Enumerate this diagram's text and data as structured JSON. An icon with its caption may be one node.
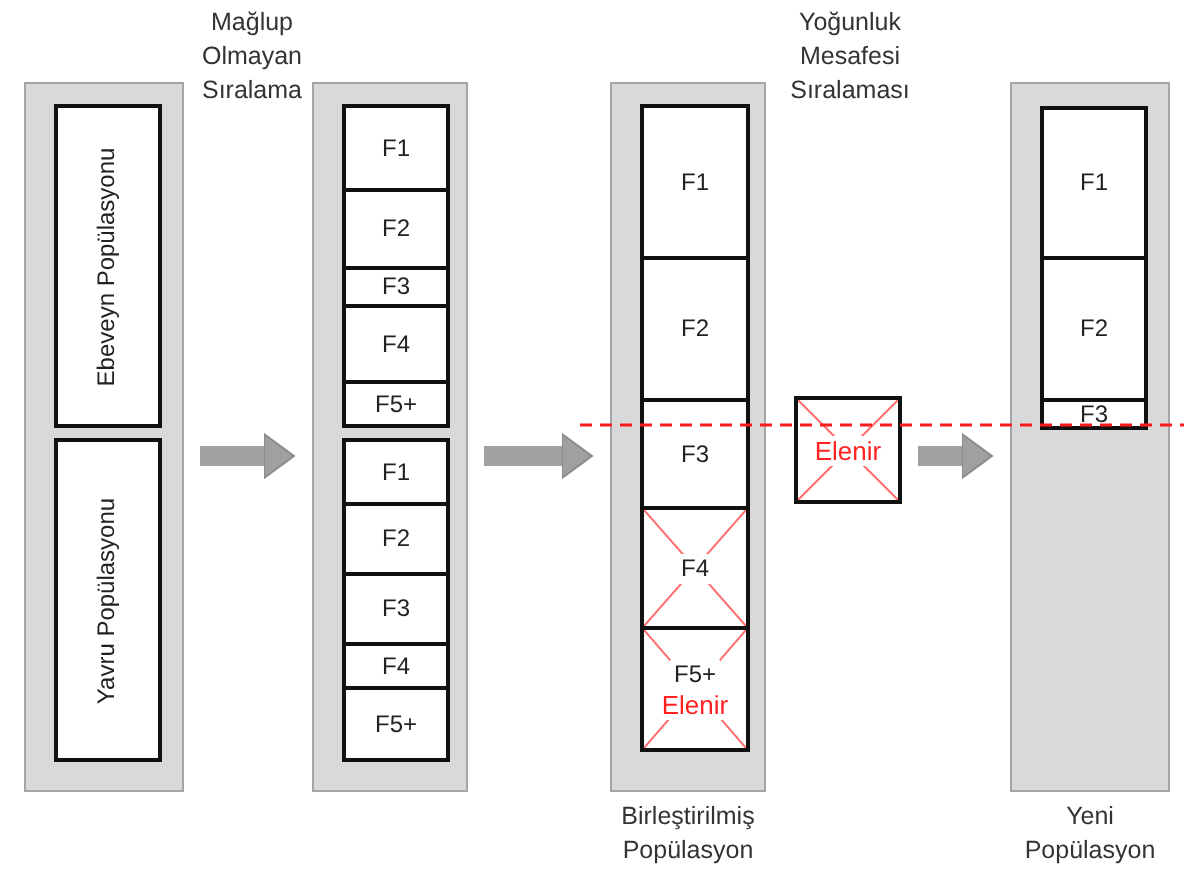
{
  "diagram": {
    "nodes": [
      {
        "text": [],
        "shape": "box"
      },
      {
        "text": [
          "Ebeveyn Popülasyonu"
        ],
        "in": 0
      },
      {
        "text": [
          "Yavru Popülasyonu"
        ],
        "in": 0
      },
      {
        "text": [],
        "shape": "box"
      },
      {
        "text": [
          "F1"
        ],
        "in": 3
      },
      {
        "text": [
          "F2"
        ],
        "in": 3
      },
      {
        "text": [
          "F3"
        ],
        "in": 3
      },
      {
        "text": [
          "F4"
        ],
        "in": 3
      },
      {
        "text": [
          "F5+"
        ],
        "in": 3
      },
      {
        "text": [
          "F1"
        ],
        "in": 3
      },
      {
        "text": [
          "F2"
        ],
        "in": 3
      },
      {
        "text": [
          "F3"
        ],
        "in": 3
      },
      {
        "text": [
          "F4"
        ],
        "in": 3
      },
      {
        "text": [
          "F5+"
        ],
        "in": 3
      },
      {
        "text": [],
        "shape": "box",
        "beside": [
          "Birleştirilmiş Popülasyon"
        ]
      },
      {
        "text": [
          "F1"
        ],
        "in": 14
      },
      {
        "text": [
          "F2"
        ],
        "in": 14
      },
      {
        "text": [
          "F3"
        ],
        "in": 14
      },
      {
        "text": [
          "F4"
        ],
        "in": 14
      },
      {
        "text": [
          "F5+",
          "Elenir"
        ],
        "in": 14
      },
      {
        "text": [
          "Elenir"
        ]
      },
      {
        "text": [],
        "shape": "box",
        "beside": [
          "Yeni Popülasyon"
        ]
      },
      {
        "text": [
          "F1"
        ],
        "in": 21
      },
      {
        "text": [
          "F2"
        ],
        "in": 21
      },
      {
        "text": [
          "F3"
        ],
        "in": 21
      }
    ],
    "edges": [
      {
        "from": 0,
        "to": 3,
        "arrow": "to"
      },
      {
        "from": 3,
        "to": 14,
        "arrow": "to"
      },
      {
        "from": 20,
        "to": 21,
        "arrow": "to"
      }
    ],
    "labels": [
      "Mağlup Olmayan Sıralama",
      "Yoğunluk Mesafesi Sıralaması"
    ]
  }
}
